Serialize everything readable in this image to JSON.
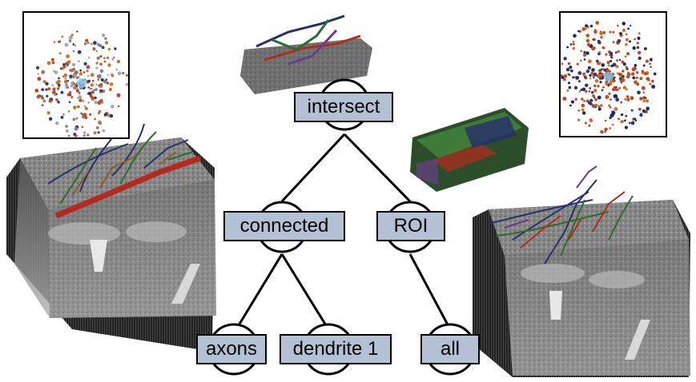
{
  "tree": {
    "root": {
      "label": "intersect"
    },
    "left": {
      "label": "connected"
    },
    "right": {
      "label": "ROI"
    },
    "leaf1": {
      "label": "axons"
    },
    "leaf2": {
      "label": "dendrite 1"
    },
    "leaf3": {
      "label": "all"
    }
  },
  "colors": {
    "label_fill": "#b4c0d4",
    "neuron_red": "#b52a1e",
    "neuron_blue": "#27306b",
    "neuron_green": "#2f6b2a",
    "em_gray": "#8a8a8a"
  }
}
